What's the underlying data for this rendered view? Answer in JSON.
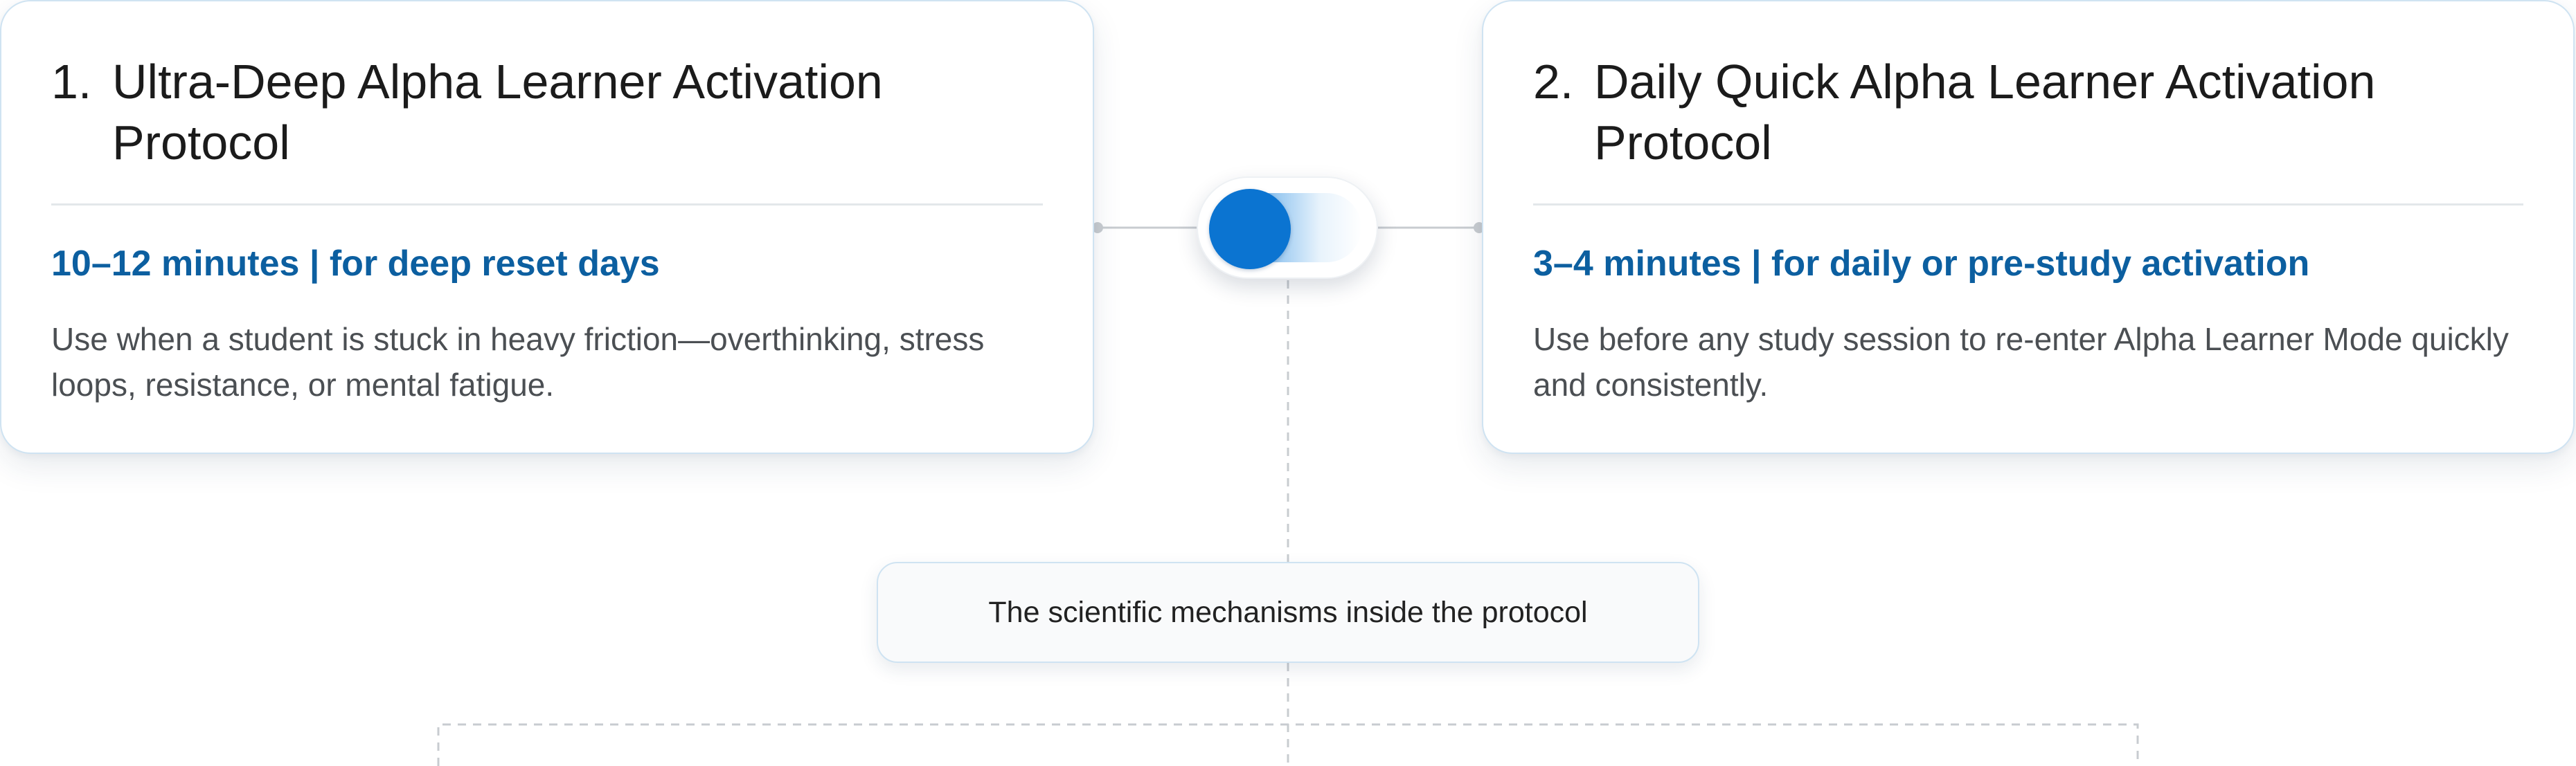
{
  "cards": [
    {
      "number": "1.",
      "title": "Ultra-Deep Alpha Learner Activation Protocol",
      "subtitle": "10–12 minutes | for deep reset days",
      "description": "Use when a student is stuck in heavy friction—overthinking, stress loops, resistance, or mental fatigue."
    },
    {
      "number": "2.",
      "title": "Daily Quick Alpha Learner Activation Protocol",
      "subtitle": "3–4 minutes | for daily or pre-study activation",
      "description": "Use before any study session to re-enter Alpha Learner Mode quickly and consistently."
    }
  ],
  "toggle": {
    "state": "left",
    "accent_color": "#0b74d1"
  },
  "mechanisms_box": {
    "label": "The scientific mechanisms inside the protocol"
  },
  "colors": {
    "subtitle": "#0c5fa0",
    "card_border": "#cfe3f2",
    "connector": "#c8ccd0"
  }
}
